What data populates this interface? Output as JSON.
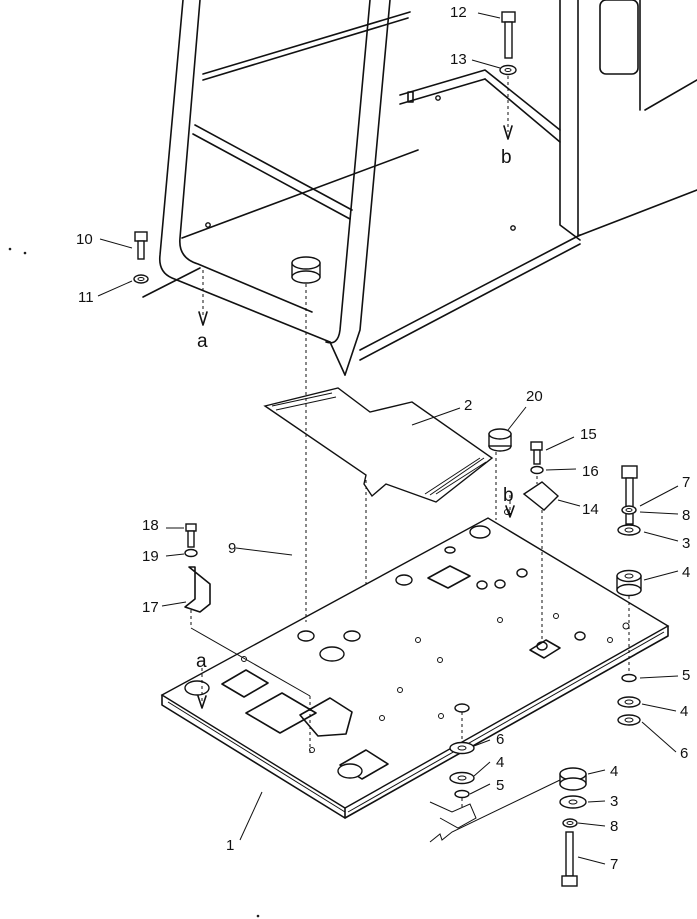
{
  "callouts": {
    "c1": "1",
    "c2": "2",
    "c3a": "3",
    "c3b": "3",
    "c4a": "4",
    "c4b": "4",
    "c4c": "4",
    "c4d": "4",
    "c5a": "5",
    "c5b": "5",
    "c6a": "6",
    "c6b": "6",
    "c7a": "7",
    "c7b": "7",
    "c8a": "8",
    "c8b": "8",
    "c9": "9",
    "c10": "10",
    "c11": "11",
    "c12": "12",
    "c13": "13",
    "c14": "14",
    "c15": "15",
    "c16": "16",
    "c17": "17",
    "c18": "18",
    "c19": "19",
    "c20": "20"
  },
  "refs": {
    "a_top": "a",
    "a_bottom": "a",
    "b_top": "b",
    "b_bottom": "b"
  }
}
